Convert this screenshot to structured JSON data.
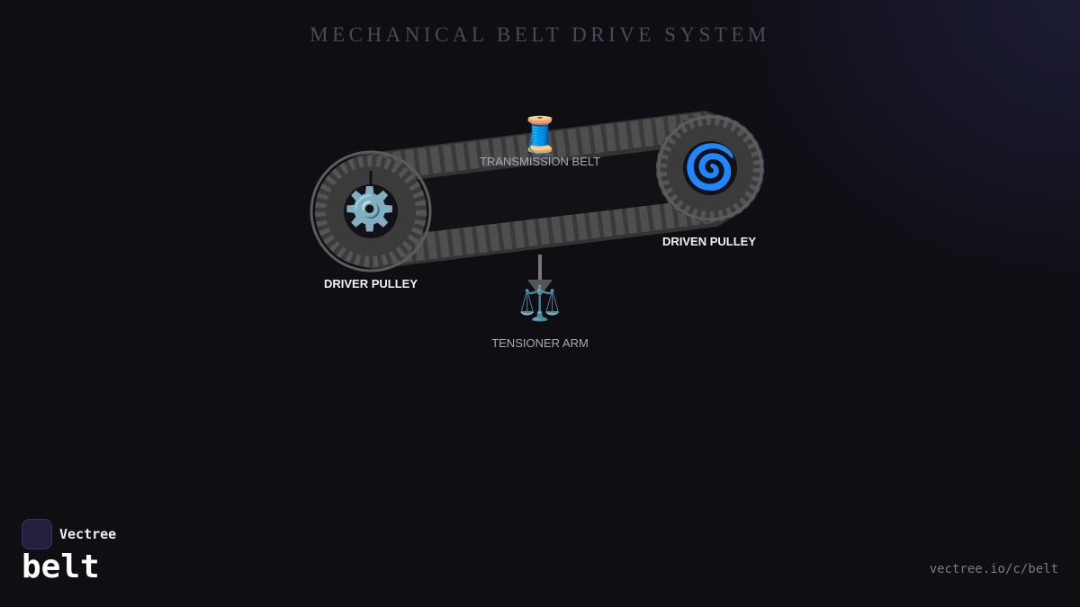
{
  "diagram": {
    "title": "MECHANICAL BELT DRIVE SYSTEM",
    "components": {
      "driver_pulley": {
        "label": "DRIVER PULLEY",
        "icon": "gear-icon",
        "glyph": "⚙️"
      },
      "driven_pulley": {
        "label": "DRIVEN PULLEY",
        "icon": "spiral-icon",
        "glyph": "🌀"
      },
      "transmission_belt": {
        "label": "TRANSMISSION BELT",
        "icon": "spool-icon",
        "glyph": "🧵"
      },
      "tensioner_arm": {
        "label": "TENSIONER ARM",
        "icon": "balance-scale-icon",
        "glyph": "⚖️"
      }
    },
    "colors": {
      "background": "#0f0e13",
      "belt": "#3a3a3a",
      "belt_teeth": "#555555",
      "pulley_ring": "#5a5a5a",
      "tensioner": "#777777"
    }
  },
  "branding": {
    "logo_icon": "vectree-logo-icon",
    "name": "Vectree",
    "word": "belt",
    "url": "vectree.io/c/belt"
  }
}
